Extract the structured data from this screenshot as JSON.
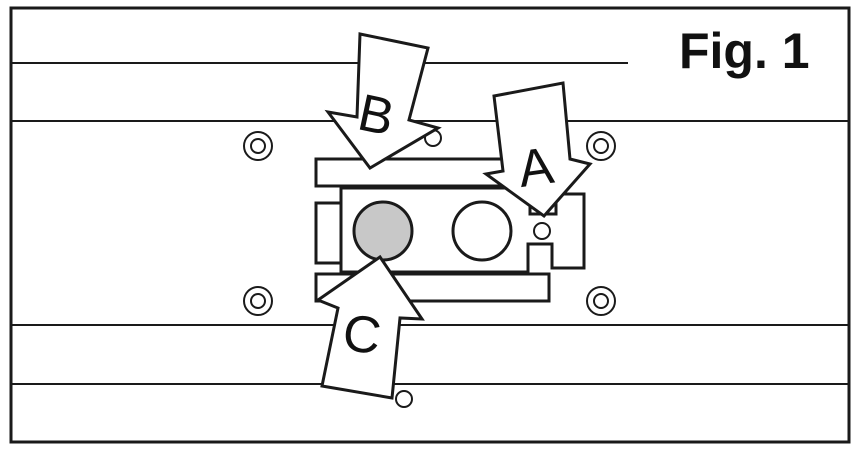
{
  "figure": {
    "title": "Fig. 1"
  },
  "labels": {
    "a": "A",
    "b": "B",
    "c": "C"
  },
  "colors": {
    "line": "#1a1a1a",
    "highlight_fill": "#c8c8c8",
    "background": "#ffffff"
  }
}
